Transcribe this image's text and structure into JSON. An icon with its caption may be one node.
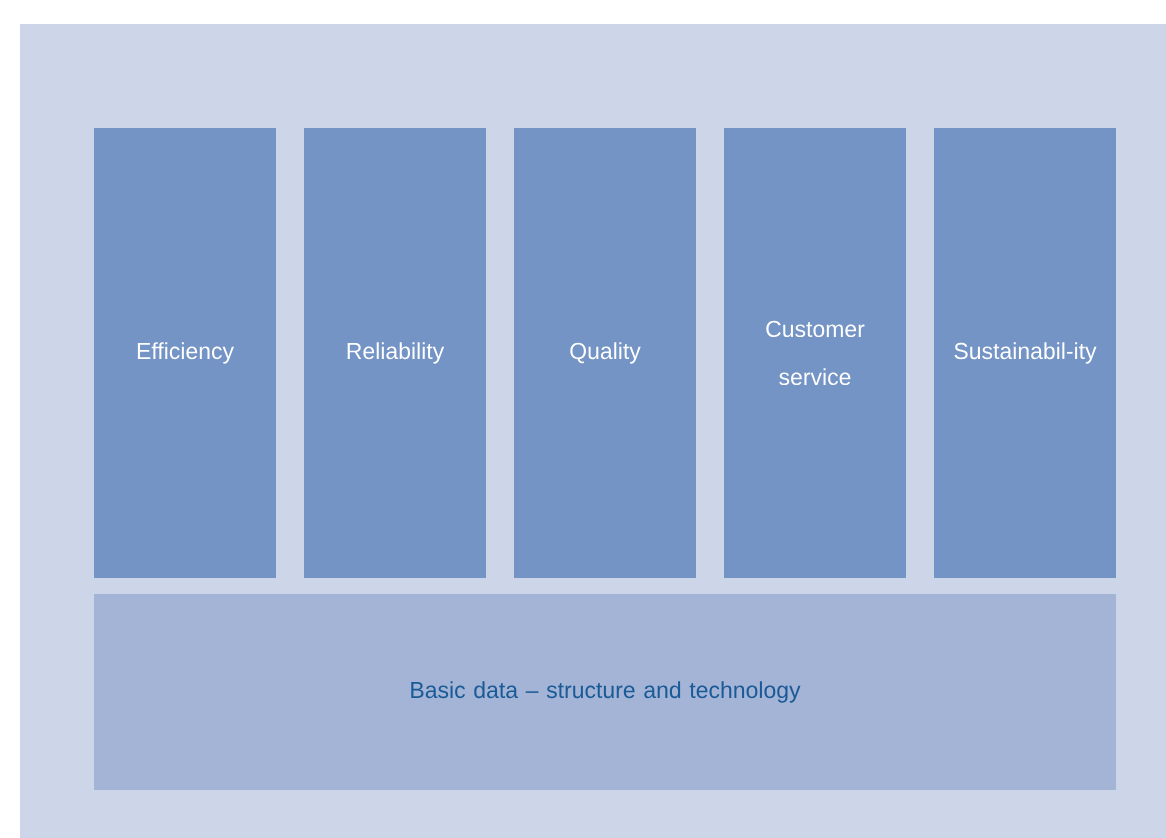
{
  "diagram": {
    "nodes": [
      {
        "text": [
          "Efficiency"
        ]
      },
      {
        "text": [
          "Reliability"
        ]
      },
      {
        "text": [
          "Quality"
        ]
      },
      {
        "text": [
          "Customer service"
        ]
      },
      {
        "text": [
          "Sustainabil-ity"
        ]
      },
      {
        "text": [
          "Basic data – structure and technology"
        ]
      }
    ]
  }
}
